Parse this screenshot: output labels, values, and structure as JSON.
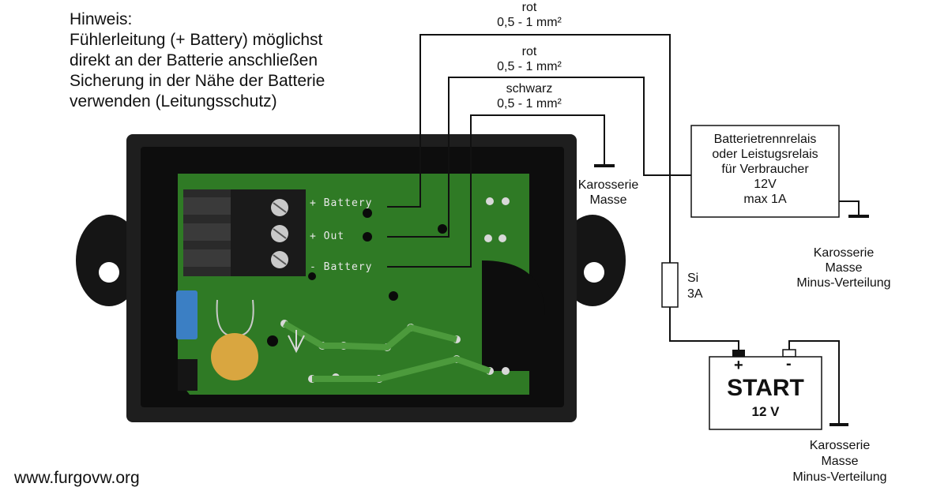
{
  "note": {
    "heading": "Hinweis:",
    "lines": [
      "Fühlerleitung (+ Battery) möglichst",
      "direkt an der Batterie anschließen",
      "Sicherung in der Nähe der Batterie",
      "verwenden (Leitungsschutz)"
    ]
  },
  "wires": [
    {
      "color": "rot",
      "size": "0,5 - 1 mm²"
    },
    {
      "color": "rot",
      "size": "0,5 - 1 mm²"
    },
    {
      "color": "schwarz",
      "size": "0,5 - 1 mm²"
    }
  ],
  "pcb_labels": [
    "+ Battery",
    "+ Out",
    "- Battery"
  ],
  "ground_1": [
    "Karosserie",
    "Masse"
  ],
  "relay_box": [
    "Batterietrennrelais",
    "oder Leistugsrelais",
    "für Verbraucher",
    "12V",
    "max 1A"
  ],
  "ground_2": [
    "Karosserie",
    "Masse",
    "Minus-Verteilung"
  ],
  "fuse": [
    "Si",
    "3A"
  ],
  "battery": {
    "plus": "+",
    "minus": "-",
    "label": "START",
    "voltage": "12 V"
  },
  "ground_3": [
    "Karosserie",
    "Masse",
    "Minus-Verteilung"
  ],
  "watermark": "www.furgovw.org",
  "colors": {
    "pcb": "#2f7a25",
    "housing": "#1c1c1c",
    "terminal": "#2a2a2a",
    "capacitor": "#d9a640",
    "blue_cap": "#3b7fc4",
    "wire": "#111111"
  }
}
